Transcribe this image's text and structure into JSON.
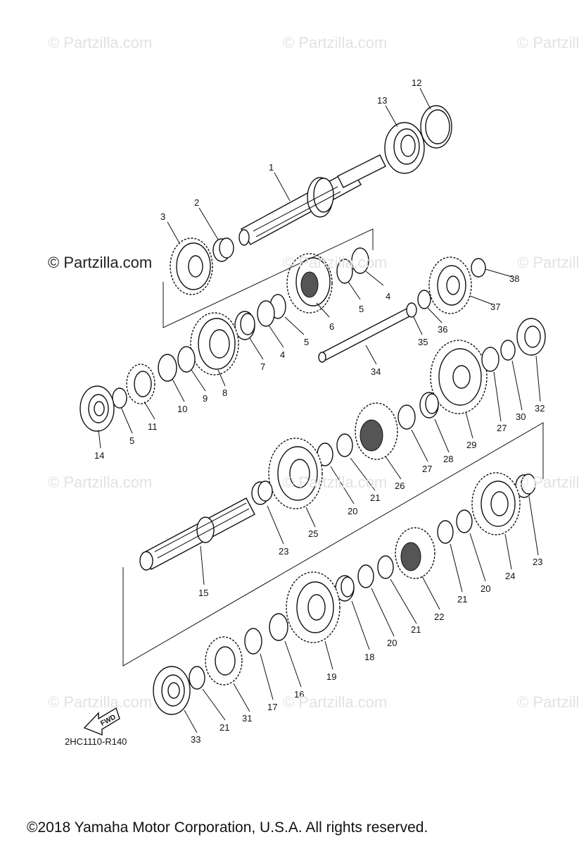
{
  "watermark": "© Partzilla.com",
  "watermark_dark": "© Partzilla.com",
  "diagram_code": "2HC1110-R140",
  "fwd_label": "FWD",
  "copyright": "©2018  Yamaha Motor Corporation, U.S.A. All rights reserved.",
  "callouts": [
    "1",
    "2",
    "3",
    "4",
    "4",
    "5",
    "5",
    "5",
    "5",
    "6",
    "7",
    "8",
    "9",
    "10",
    "11",
    "12",
    "13",
    "14",
    "15",
    "16",
    "17",
    "18",
    "19",
    "20",
    "20",
    "20",
    "21",
    "21",
    "21",
    "21",
    "21",
    "22",
    "23",
    "23",
    "24",
    "25",
    "26",
    "27",
    "27",
    "28",
    "29",
    "30",
    "31",
    "32",
    "33",
    "34",
    "35",
    "36",
    "37",
    "38"
  ]
}
